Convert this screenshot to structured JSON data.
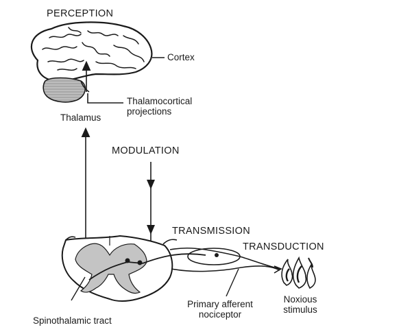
{
  "labels": {
    "perception": "PERCEPTION",
    "cortex": "Cortex",
    "thalamocortical_line1": "Thalamocortical",
    "thalamocortical_line2": "projections",
    "thalamus": "Thalamus",
    "modulation": "MODULATION",
    "transmission": "TRANSMISSION",
    "transduction": "TRANSDUCTION",
    "noxious_line1": "Noxious",
    "noxious_line2": "stimulus",
    "spinothalamic": "Spinothalamic tract",
    "afferent_line1": "Primary afferent",
    "afferent_line2": "nociceptor"
  },
  "colors": {
    "ink": "#1a1a1a",
    "gray_matter": "#c4c4c4",
    "cerebellum": "#bdbdbd"
  }
}
